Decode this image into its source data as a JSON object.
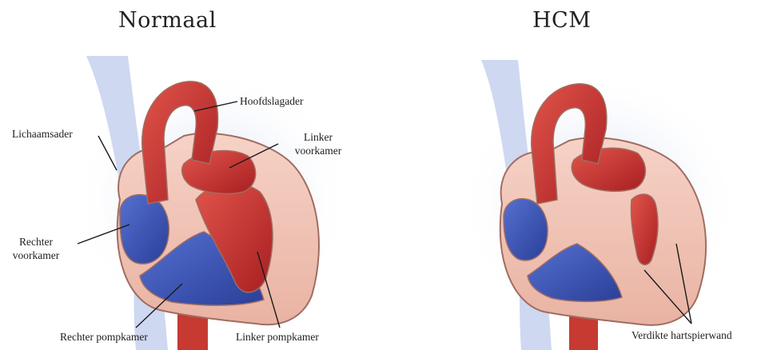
{
  "panels": {
    "normal": {
      "title": "Normaal",
      "labels": {
        "aorta": "Hoofdslagader",
        "left_atrium_1": "Linker",
        "left_atrium_2": "voorkamer",
        "vena_cava": "Lichaamsader",
        "right_atrium_1": "Rechter",
        "right_atrium_2": "voorkamer",
        "right_ventricle": "Rechter pompkamer",
        "left_ventricle": "Linker pompkamer"
      }
    },
    "hcm": {
      "title": "HCM",
      "labels": {
        "thickened_wall": "Verdikte hartspierwand"
      }
    }
  },
  "colors": {
    "oxygenated_red": "#c8302c",
    "deoxygenated_blue": "#3a56b8",
    "muscle_pink": "#f2c2b4",
    "vessel_shadow": "#b9c6e6"
  }
}
